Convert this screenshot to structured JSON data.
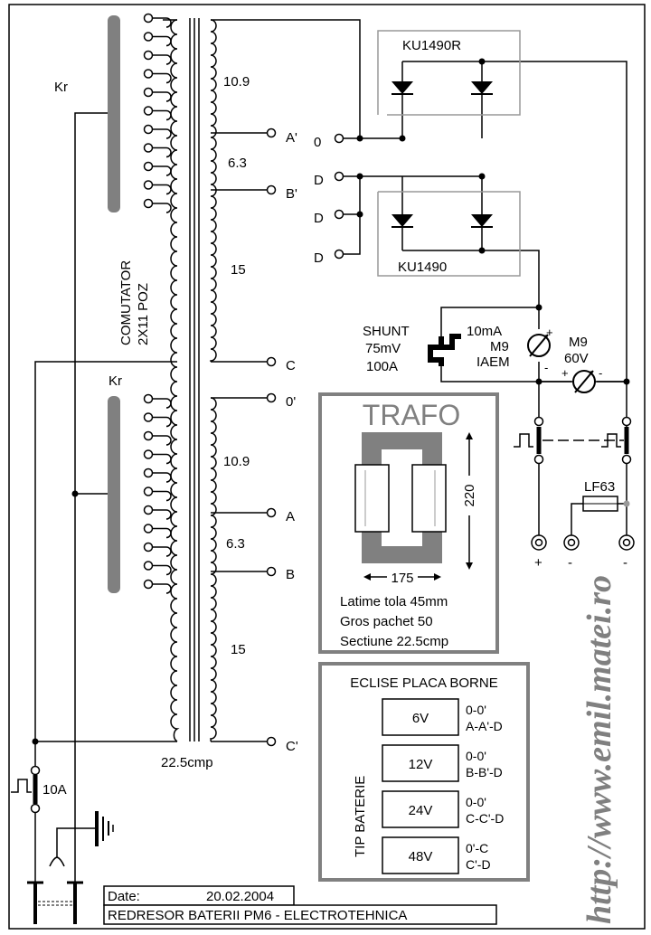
{
  "switches": {
    "kr_top": "Kr",
    "kr_bottom": "Kr"
  },
  "comutator": {
    "line1": "COMUTATOR",
    "line2": "2X11 POZ"
  },
  "windings": {
    "top": [
      "10.9",
      "6.3",
      "15"
    ],
    "bottom": [
      "10.9",
      "6.3",
      "15"
    ],
    "core": "22.5cmp"
  },
  "taps": {
    "a_prime": "A'",
    "b_prime": "B'",
    "c": "C",
    "zero_prime": "0'",
    "a": "A",
    "b": "B",
    "c_prime": "C'"
  },
  "bridge_terms": {
    "t0": "0",
    "t1": "D",
    "t2": "D",
    "t3": "D"
  },
  "diodes": {
    "top": "KU1490R",
    "bottom": "KU1490"
  },
  "shunt": {
    "line1": "SHUNT",
    "line2": "75mV",
    "line3": "100A"
  },
  "ammeter": {
    "line1": "10mA",
    "line2": "M9",
    "line3": "IAEM"
  },
  "voltmeter": {
    "line1": "M9",
    "line2": "60V"
  },
  "fuse": "LF63",
  "fuse_main": "10A",
  "outputs": {
    "pos": "+",
    "neg1": "-",
    "neg2": "-"
  },
  "meter_polarity": {
    "amm_pos": "+",
    "amm_neg": "-",
    "volt_pos": "+",
    "volt_neg": "-"
  },
  "trafo": {
    "title": "TRAFO",
    "dim_width": "175",
    "dim_height": "220",
    "notes": [
      "Latime tola 45mm",
      "Gros pachet 50",
      "Sectiune 22.5cmp"
    ]
  },
  "eclise": {
    "title": "ECLISE PLACA BORNE",
    "side_label": "TIP BATERIE",
    "rows": [
      {
        "v": "6V",
        "c1": "0-0'",
        "c2": "A-A'-D"
      },
      {
        "v": "12V",
        "c1": "0-0'",
        "c2": "B-B'-D"
      },
      {
        "v": "24V",
        "c1": "0-0'",
        "c2": "C-C'-D"
      },
      {
        "v": "48V",
        "c1": "0'-C",
        "c2": "C'-D"
      }
    ]
  },
  "title_block": {
    "date_label": "Date:",
    "date": "20.02.2004",
    "title": "REDRESOR BATERII PM6 - ELECTROTEHNICA"
  },
  "watermark": "http://www.emil.matei.ro"
}
